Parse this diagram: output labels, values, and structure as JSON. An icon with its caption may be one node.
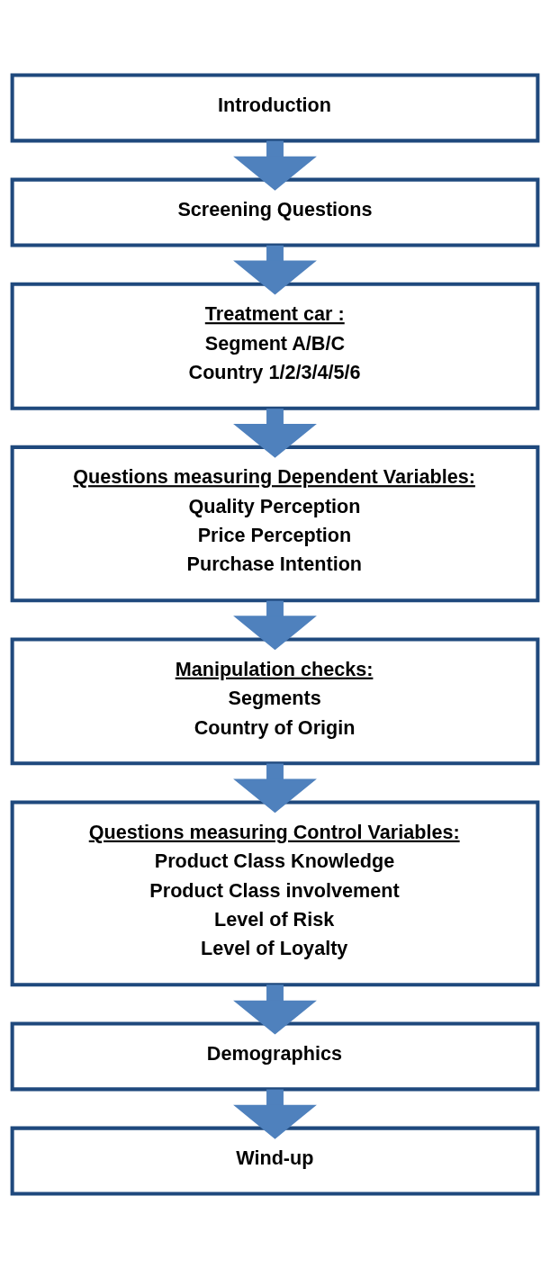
{
  "diagram": {
    "nodes": [
      {
        "text": [
          "Introduction"
        ]
      },
      {
        "text": [
          "Screening Questions"
        ]
      },
      {
        "text": [
          "Treatment car :",
          "Segment A/B/C",
          "Country 1/2/3/4/5/6"
        ]
      },
      {
        "text": [
          "Questions measuring Dependent Variables:",
          "Quality Perception",
          "Price Perception",
          "Purchase Intention"
        ]
      },
      {
        "text": [
          "Manipulation checks:",
          "Segments",
          "Country of Origin"
        ]
      },
      {
        "text": [
          "Questions measuring Control Variables:",
          "Product Class Knowledge",
          "Product Class involvement",
          "Level of Risk",
          "Level of Loyalty"
        ]
      },
      {
        "text": [
          "Demographics"
        ]
      },
      {
        "text": [
          "Wind-up"
        ]
      }
    ],
    "edges": [
      {
        "from": 0,
        "to": 1,
        "arrow": "to"
      },
      {
        "from": 1,
        "to": 2,
        "arrow": "to"
      },
      {
        "from": 2,
        "to": 3,
        "arrow": "to"
      },
      {
        "from": 3,
        "to": 4,
        "arrow": "to"
      },
      {
        "from": 4,
        "to": 5,
        "arrow": "to"
      },
      {
        "from": 5,
        "to": 6,
        "arrow": "to"
      },
      {
        "from": 6,
        "to": 7,
        "arrow": "to"
      }
    ]
  }
}
